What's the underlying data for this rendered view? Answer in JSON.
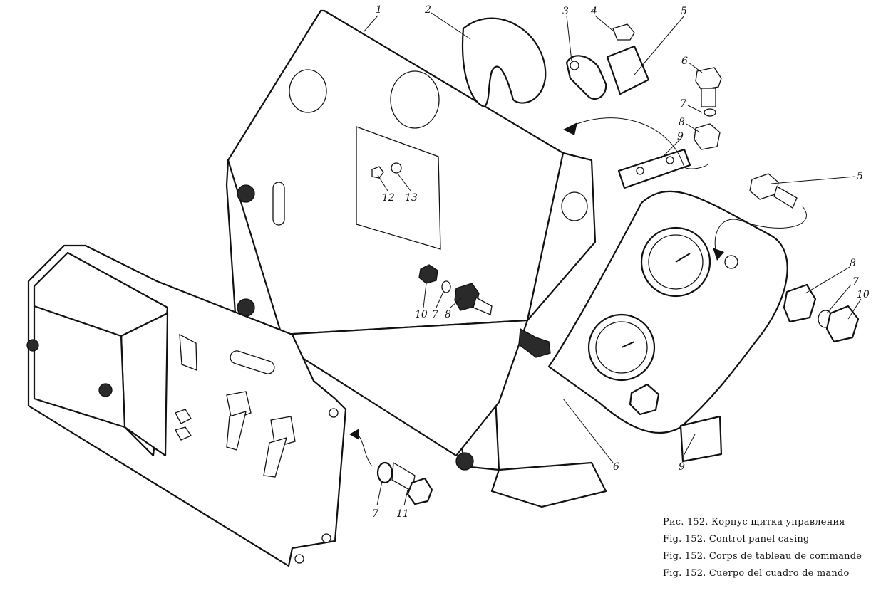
{
  "caption": {
    "ru": "Рис. 152. Корпус щитка управления",
    "en": "Fig. 152. Control panel casing",
    "fr": "Fig. 152. Corps de tableau de commande",
    "es": "Fig. 152. Cuerpo del cuadro de mando"
  },
  "callouts": {
    "c1": "1",
    "c2": "2",
    "c3": "3",
    "c4": "4",
    "c5a": "5",
    "c5b": "5",
    "c6a": "6",
    "c6b": "6",
    "c7a": "7",
    "c7b": "7",
    "c7c": "7",
    "c7d": "7",
    "c8a": "8",
    "c8b": "8",
    "c8c": "8",
    "c9a": "9",
    "c9b": "9",
    "c10a": "10",
    "c10b": "10",
    "c11": "11",
    "c12": "12",
    "c13": "13"
  }
}
